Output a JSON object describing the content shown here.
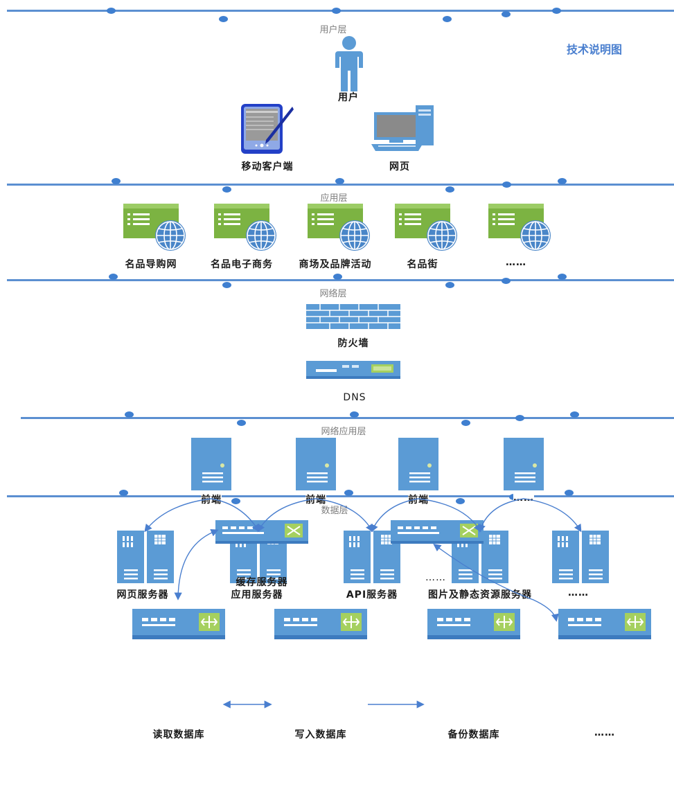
{
  "title": "技术说明图",
  "layers": {
    "user": "用户层",
    "app": "应用层",
    "network": "网络层",
    "netapp": "网络应用层",
    "data": "数据层"
  },
  "user_layer": {
    "user": "用户",
    "mobile": "移动客户端",
    "web": "网页"
  },
  "app_layer": {
    "apps": [
      "名品导购网",
      "名品电子商务",
      "商场及品牌活动",
      "名品街",
      "……"
    ]
  },
  "network_layer": {
    "firewall": "防火墙",
    "dns": "DNS"
  },
  "netapp_layer": {
    "frontends": [
      "前端",
      "前端",
      "前端",
      "……"
    ],
    "servers": [
      "网页服务器",
      "应用服务器",
      "API服务器",
      "图片及静态资源服务器",
      "……"
    ]
  },
  "data_layer": {
    "cache_label": "缓存服务器",
    "cache_more": "……",
    "databases": [
      "读取数据库",
      "写入数据库",
      "备份数据库",
      "……"
    ]
  },
  "colors": {
    "line": "#5b8fd1",
    "dot": "#3f7fd0",
    "icon_blue": "#5b9bd5",
    "icon_green": "#7cb342",
    "title": "#4a7fcf"
  }
}
